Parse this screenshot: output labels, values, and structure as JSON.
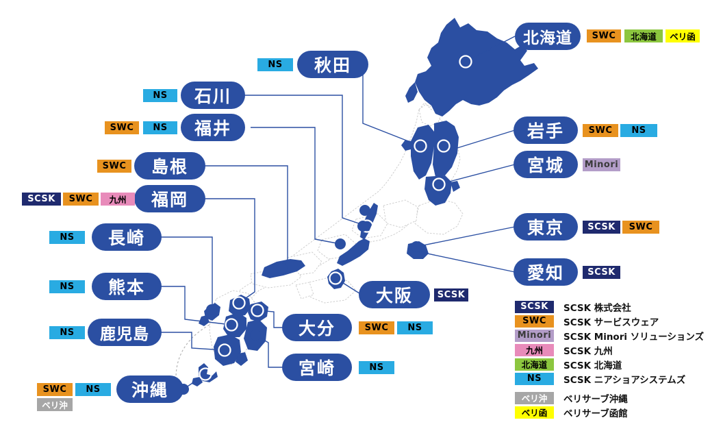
{
  "figure": {
    "kind": "japan-office-location-map",
    "map_fill_active": "#2B4FA2",
    "map_outline": "#BFBFBF",
    "connector_color": "#2B4FA2",
    "pill_color": "#2B4FA2",
    "pill_text_color": "#FFFFFF",
    "marker_ring_color": "#FFFFFF"
  },
  "colors": {
    "scsk": "#1F2A6E",
    "swc": "#E8921F",
    "minori": "#B39DC8",
    "kyushu": "#E88BBA",
    "hokkaido": "#8CC63F",
    "ns": "#29ABE2",
    "beri_oki": "#A6A6A6",
    "beri_hako": "#FFFF00"
  },
  "text_colors": {
    "scsk": "#FFFFFF",
    "swc": "#000000",
    "minori": "#3A3A3A",
    "kyushu": "#000000",
    "hokkaido": "#000000",
    "ns": "#000000",
    "beri_oki": "#FFFFFF",
    "beri_hako": "#000000"
  },
  "prefectures": [
    {
      "id": "hokkaido",
      "label": "北海道",
      "tags": [
        "SWC",
        "北海道",
        "ベリ函"
      ]
    },
    {
      "id": "akita",
      "label": "秋田",
      "tags": [
        "NS"
      ]
    },
    {
      "id": "iwate",
      "label": "岩手",
      "tags": [
        "SWC",
        "NS"
      ]
    },
    {
      "id": "miyagi",
      "label": "宮城",
      "tags": [
        "Minori"
      ]
    },
    {
      "id": "ishikawa",
      "label": "石川",
      "tags": [
        "NS"
      ]
    },
    {
      "id": "fukui",
      "label": "福井",
      "tags": [
        "SWC",
        "NS"
      ]
    },
    {
      "id": "shimane",
      "label": "島根",
      "tags": [
        "SWC"
      ]
    },
    {
      "id": "fukuoka",
      "label": "福岡",
      "tags": [
        "SCSK",
        "SWC",
        "九州"
      ]
    },
    {
      "id": "nagasaki",
      "label": "長崎",
      "tags": [
        "NS"
      ]
    },
    {
      "id": "kumamoto",
      "label": "熊本",
      "tags": [
        "NS"
      ]
    },
    {
      "id": "kagoshima",
      "label": "鹿児島",
      "tags": [
        "NS"
      ]
    },
    {
      "id": "okinawa",
      "label": "沖縄",
      "tags": [
        "SWC",
        "NS",
        "ベリ沖"
      ]
    },
    {
      "id": "tokyo",
      "label": "東京",
      "tags": [
        "SCSK",
        "SWC"
      ]
    },
    {
      "id": "aichi",
      "label": "愛知",
      "tags": [
        "SCSK"
      ]
    },
    {
      "id": "osaka",
      "label": "大阪",
      "tags": [
        "SCSK"
      ]
    },
    {
      "id": "oita",
      "label": "大分",
      "tags": [
        "SWC",
        "NS"
      ]
    },
    {
      "id": "miyazaki",
      "label": "宮崎",
      "tags": [
        "NS"
      ]
    }
  ],
  "tags": {
    "hokkaido_1": "SWC",
    "hokkaido_2": "北海道",
    "hokkaido_3": "ベリ函",
    "akita_1": "NS",
    "iwate_1": "SWC",
    "iwate_2": "NS",
    "miyagi_1": "Minori",
    "ishikawa_1": "NS",
    "fukui_1": "SWC",
    "fukui_2": "NS",
    "shimane_1": "SWC",
    "fukuoka_1": "SCSK",
    "fukuoka_2": "SWC",
    "fukuoka_3": "九州",
    "nagasaki_1": "NS",
    "kumamoto_1": "NS",
    "kagoshima_1": "NS",
    "okinawa_1": "SWC",
    "okinawa_2": "NS",
    "okinawa_3": "ベリ沖",
    "tokyo_1": "SCSK",
    "tokyo_2": "SWC",
    "aichi_1": "SCSK",
    "osaka_1": "SCSK",
    "oita_1": "SWC",
    "oita_2": "NS",
    "miyazaki_1": "NS"
  },
  "labels": {
    "hokkaido": "北海道",
    "akita": "秋田",
    "iwate": "岩手",
    "miyagi": "宮城",
    "ishikawa": "石川",
    "fukui": "福井",
    "shimane": "島根",
    "fukuoka": "福岡",
    "nagasaki": "長崎",
    "kumamoto": "熊本",
    "kagoshima": "鹿児島",
    "okinawa": "沖縄",
    "tokyo": "東京",
    "aichi": "愛知",
    "osaka": "大阪",
    "oita": "大分",
    "miyazaki": "宮崎"
  },
  "legend": {
    "rows": [
      {
        "key": "scsk",
        "badge": "SCSK",
        "name": "SCSK 株式会社"
      },
      {
        "key": "swc",
        "badge": "SWC",
        "name": "SCSK サービスウェア"
      },
      {
        "key": "minori",
        "badge": "Minori",
        "name": "SCSK Minori ソリューションズ"
      },
      {
        "key": "kyushu",
        "badge": "九州",
        "name": "SCSK 九州"
      },
      {
        "key": "hokkaido",
        "badge": "北海道",
        "name": "SCSK 北海道"
      },
      {
        "key": "ns",
        "badge": "NS",
        "name": "SCSK ニアショアシステムズ"
      },
      {
        "key": "beri_oki",
        "badge": "ベリ沖",
        "name": "ベリサーブ沖縄"
      },
      {
        "key": "beri_hako",
        "badge": "ベリ函",
        "name": "ベリサーブ函館"
      }
    ]
  }
}
